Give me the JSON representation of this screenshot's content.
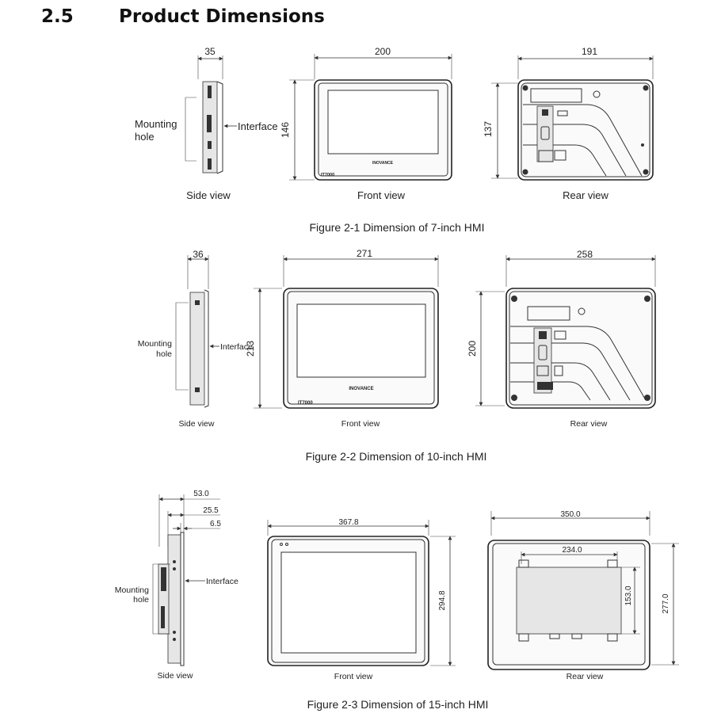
{
  "section": {
    "number": "2.5",
    "title": "Product Dimensions"
  },
  "figures": [
    {
      "caption": "Figure 2-1 Dimension of 7-inch HMI",
      "side_depth": "35",
      "front_width": "200",
      "front_height": "146",
      "rear_width": "191",
      "rear_height": "137",
      "mounting_hole_label": [
        "Mounting",
        "hole"
      ],
      "interface_label": "Interface",
      "view_labels": {
        "side": "Side view",
        "front": "Front view",
        "rear": "Rear view"
      },
      "model_marking": "IT7000",
      "brand_marking": "INOVANCE"
    },
    {
      "caption": "Figure 2-2 Dimension of 10-inch HMI",
      "side_depth": "36",
      "front_width": "271",
      "front_height": "213",
      "rear_width": "258",
      "rear_height": "200",
      "mounting_hole_label": [
        "Mounting",
        "hole"
      ],
      "interface_label": "Interface",
      "view_labels": {
        "side": "Side view",
        "front": "Front view",
        "rear": "Rear view"
      },
      "model_marking": "IT7000",
      "brand_marking": "INOVANCE"
    },
    {
      "caption": "Figure 2-3 Dimension of 15-inch HMI",
      "side_total": "53.0",
      "side_mid": "25.5",
      "side_small": "6.5",
      "front_width": "367.8",
      "front_height": "294.8",
      "rear_width": "350.0",
      "rear_height": "277.0",
      "rear_box_width": "234.0",
      "rear_box_height": "153.0",
      "mounting_hole_label": [
        "Mounting",
        "hole"
      ],
      "interface_label": "Interface",
      "view_labels": {
        "side": "Side view",
        "front": "Front view",
        "rear": "Rear view"
      }
    }
  ]
}
